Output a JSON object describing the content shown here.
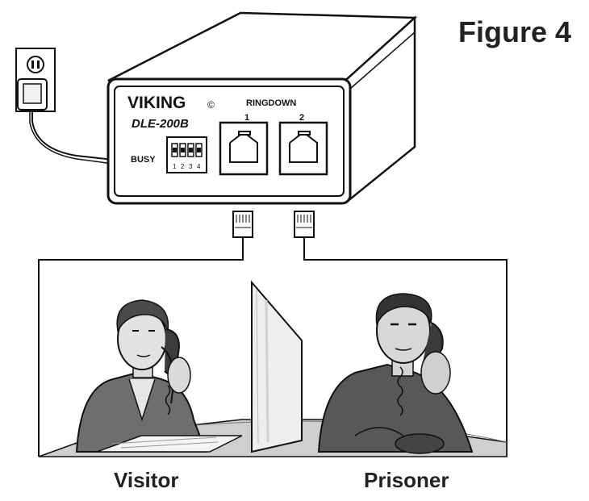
{
  "figure_title": "Figure 4",
  "device": {
    "brand": "VIKING",
    "brand_mark": "©",
    "model": "DLE-200B",
    "section_label": "RINGDOWN",
    "port_1_label": "1",
    "port_2_label": "2",
    "busy_label": "BUSY",
    "dip_switch_numbers": [
      "1",
      "2",
      "3",
      "4"
    ]
  },
  "people": {
    "left_label": "Visitor",
    "right_label": "Prisoner"
  },
  "colors": {
    "line": "#111111",
    "device_face": "#ffffff",
    "scene_shadow": "#9a9a9a",
    "skin": "#d8d8d8",
    "jacket": "#7a7a7a"
  },
  "icons": [
    "wall-outlet-icon",
    "power-adapter-icon",
    "rj11-jack-icon",
    "rj11-plug-icon",
    "dip-switch-icon"
  ]
}
